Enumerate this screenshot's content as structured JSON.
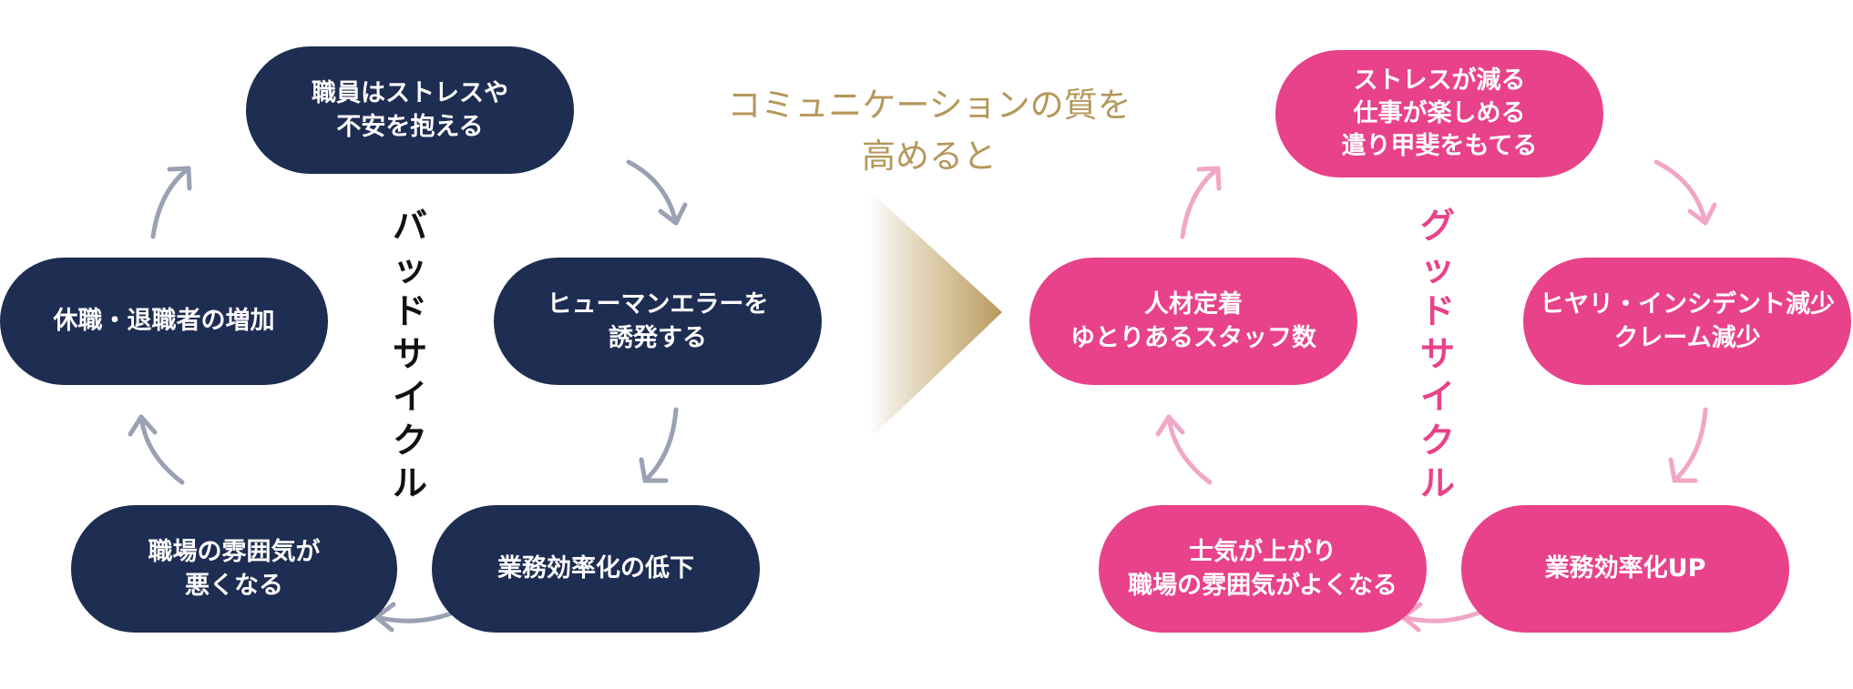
{
  "colors": {
    "navy": "#1e2d52",
    "pink": "#e8428a",
    "gold": "#b5975a",
    "navy_arrow": "#9aa1b3",
    "pink_arrow": "#f2a6c6"
  },
  "bad_cycle": {
    "label": [
      "バ",
      "ッ",
      "ド",
      "サ",
      "イ",
      "ク",
      "ル"
    ],
    "nodes": [
      {
        "lines": [
          "職員はストレスや",
          "不安を抱える"
        ]
      },
      {
        "lines": [
          "ヒューマンエラーを",
          "誘発する"
        ]
      },
      {
        "lines": [
          "業務効率化の低下"
        ]
      },
      {
        "lines": [
          "職場の雰囲気が",
          "悪くなる"
        ]
      },
      {
        "lines": [
          "休職・退職者の増加"
        ]
      }
    ]
  },
  "transition": {
    "lines": [
      "コミュニケーションの質を",
      "高めると"
    ],
    "arrow_icon": "triangle-right-icon"
  },
  "good_cycle": {
    "label": [
      "グ",
      "ッ",
      "ド",
      "サ",
      "イ",
      "ク",
      "ル"
    ],
    "nodes": [
      {
        "lines": [
          "ストレスが減る",
          "仕事が楽しめる",
          "遣り甲斐をもてる"
        ]
      },
      {
        "lines": [
          "ヒヤリ・インシデント減少",
          "クレーム減少"
        ]
      },
      {
        "lines": [
          "業務効率化UP"
        ]
      },
      {
        "lines": [
          "士気が上がり",
          "職場の雰囲気がよくなる"
        ]
      },
      {
        "lines": [
          "人材定着",
          "ゆとりあるスタッフ数"
        ]
      }
    ]
  }
}
